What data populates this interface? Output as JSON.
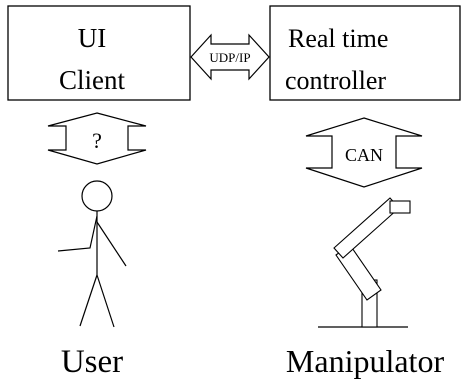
{
  "ui_client": {
    "line1": "UI",
    "line2": "Client"
  },
  "controller": {
    "line1": "Real time",
    "line2": "controller"
  },
  "links": {
    "client_controller": "UDP/IP",
    "user_client": "?",
    "controller_manipulator": "CAN"
  },
  "actors": {
    "user": "User",
    "manipulator": "Manipulator"
  }
}
